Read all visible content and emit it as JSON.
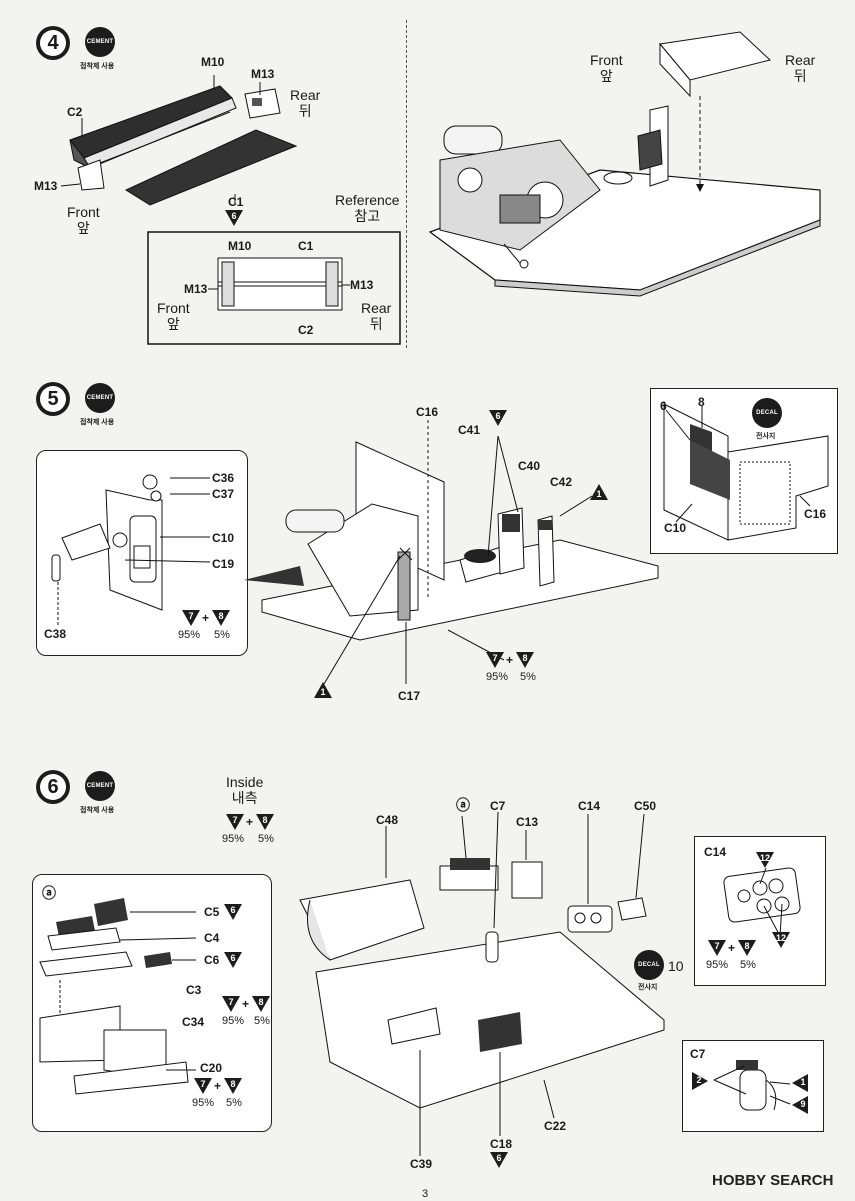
{
  "steps": {
    "s4": {
      "number": "4",
      "badge": "CEMENT",
      "badge_sub": "접착제 사용",
      "labels": {
        "m10": "M10",
        "m13a": "M13",
        "c2": "C2",
        "m13b": "M13",
        "c1": "C1",
        "c1_color": "6"
      },
      "rear": "Rear",
      "rear_kr": "뒤",
      "front": "Front",
      "front_kr": "앞",
      "reference": "Reference",
      "reference_kr": "참고",
      "ref_box": {
        "m10": "M10",
        "c1": "C1",
        "m13l": "M13",
        "m13r": "M13",
        "c2": "C2",
        "front": "Front",
        "front_kr": "앞",
        "rear": "Rear",
        "rear_kr": "뒤"
      },
      "right": {
        "front": "Front",
        "front_kr": "앞",
        "rear": "Rear",
        "rear_kr": "뒤"
      }
    },
    "s5": {
      "number": "5",
      "badge": "CEMENT",
      "badge_sub": "접착제 사용",
      "inset": {
        "c36": "C36",
        "c37": "C37",
        "c10": "C10",
        "c19": "C19",
        "c38": "C38",
        "mix_a": "7",
        "mix_b": "8",
        "pct_a": "95%",
        "pct_b": "5%"
      },
      "main": {
        "c16": "C16",
        "c41": "C41",
        "c40": "C40",
        "c42": "C42",
        "c17": "C17",
        "tri6": "6",
        "tri1a": "1",
        "tri1b": "1",
        "mix_a": "7",
        "mix_b": "8",
        "pct_a": "95%",
        "pct_b": "5%"
      },
      "decal_box": {
        "n6": "6",
        "n8": "8",
        "decal": "DECAL",
        "decal_sub": "전사지",
        "c10": "C10",
        "c16": "C16"
      }
    },
    "s6": {
      "number": "6",
      "badge": "CEMENT",
      "badge_sub": "접착제 사용",
      "inside": "Inside",
      "inside_kr": "내측",
      "inside_mix_a": "7",
      "inside_mix_b": "8",
      "inside_pct_a": "95%",
      "inside_pct_b": "5%",
      "inset": {
        "circle": "ⓐ",
        "c5": "C5",
        "c5_color": "6",
        "c4": "C4",
        "c6": "C6",
        "c6_color": "6",
        "c3": "C3",
        "c34": "C34",
        "c3_mix_a": "7",
        "c3_mix_b": "8",
        "c3_pct_a": "95%",
        "c3_pct_b": "5%",
        "c20": "C20",
        "c20_mix_a": "7",
        "c20_mix_b": "8",
        "c20_pct_a": "95%",
        "c20_pct_b": "5%"
      },
      "main": {
        "c48": "C48",
        "circle": "ⓐ",
        "c7": "C7",
        "c13": "C13",
        "c14": "C14",
        "c50": "C50",
        "decal": "DECAL",
        "decal_sub": "전사지",
        "decal_num": "10",
        "c39": "C39",
        "c18": "C18",
        "c18_color": "6",
        "c22": "C22"
      },
      "c14_box": {
        "title": "C14",
        "n12a": "12",
        "n12b": "12",
        "mix_a": "7",
        "mix_b": "8",
        "pct_a": "95%",
        "pct_b": "5%"
      },
      "c7_box": {
        "title": "C7",
        "n2": "2",
        "n1": "1",
        "n9": "9"
      }
    }
  },
  "footer": {
    "page": "3",
    "watermark": "HOBBY SEARCH"
  }
}
